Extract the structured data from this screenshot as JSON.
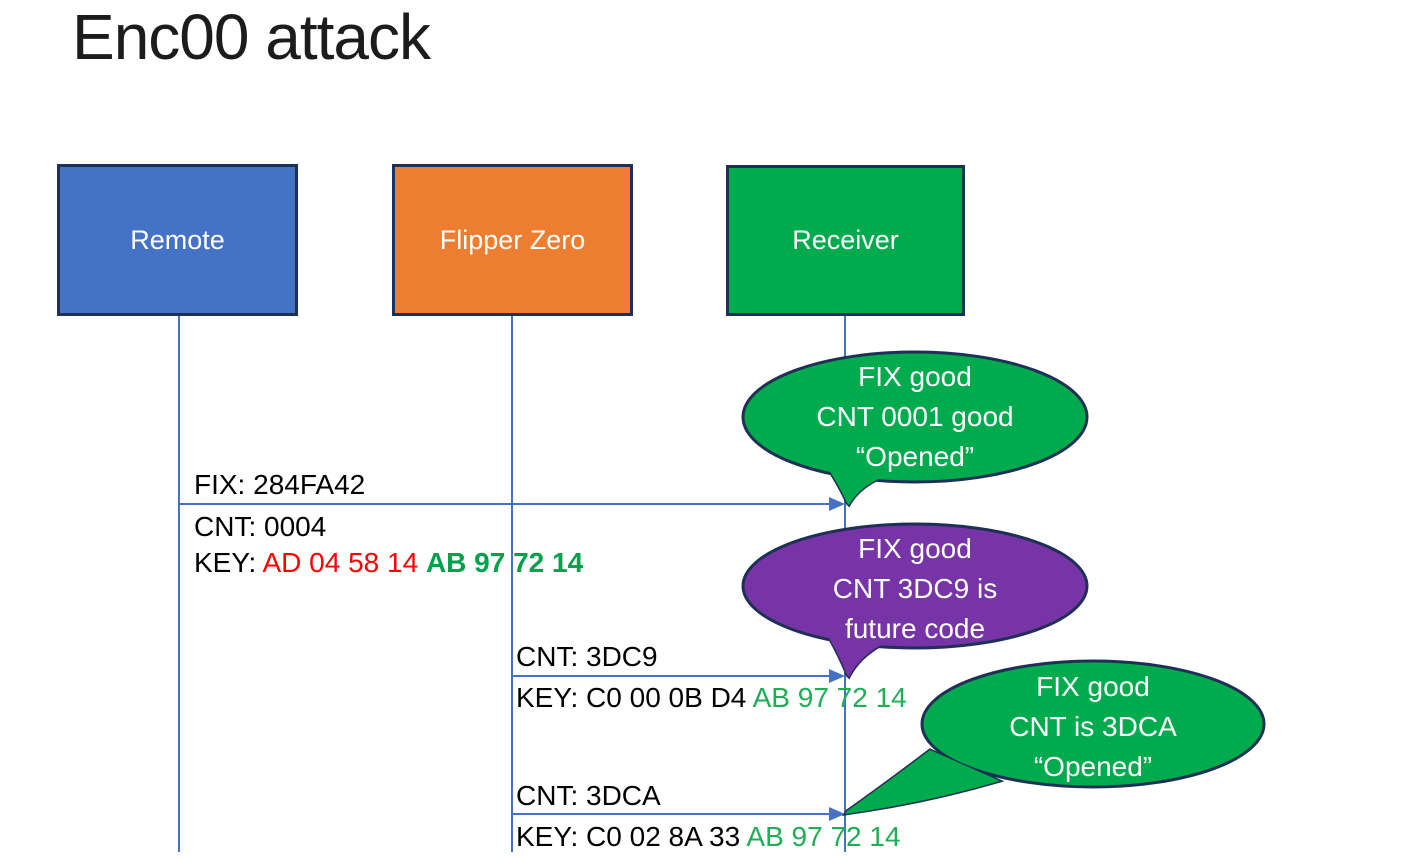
{
  "title": "Enc00 attack",
  "actors": [
    {
      "label": "Remote",
      "color": "#4472C4"
    },
    {
      "label": "Flipper Zero",
      "color": "#ED7D31"
    },
    {
      "label": "Receiver",
      "color": "#00AB4E"
    }
  ],
  "messages": [
    {
      "from": "Remote",
      "to": "Receiver",
      "above": "FIX: 284FA42",
      "below": "CNT: 0004",
      "key_label": "KEY: ",
      "key_seg1": "AD 04 58 14 ",
      "key_seg2": "AB 97 72 14",
      "key_seg1_color": "#FF0000",
      "key_seg2_color": "#00A14B"
    },
    {
      "from": "Flipper Zero",
      "to": "Receiver",
      "above": "CNT: 3DC9",
      "key_label": "KEY: ",
      "key_seg1": "C0 00 0B D4 ",
      "key_seg2": "AB 97 72 14",
      "key_seg1_color": "#000000",
      "key_seg2_color": "#1FAE56"
    },
    {
      "from": "Flipper Zero",
      "to": "Receiver",
      "above": "CNT: 3DCA",
      "key_label": "KEY: ",
      "key_seg1": "C0 02 8A 33 ",
      "key_seg2": "AB 97 72 14",
      "key_seg1_color": "#000000",
      "key_seg2_color": "#1FAE56"
    }
  ],
  "callouts": [
    {
      "fill": "#00AB4E",
      "lines": [
        "FIX good",
        "CNT 0001 good",
        "“Opened”"
      ]
    },
    {
      "fill": "#7634A6",
      "lines": [
        "FIX good",
        "CNT 3DC9 is",
        "future code"
      ]
    },
    {
      "fill": "#00AB4E",
      "lines": [
        "FIX good",
        "CNT is 3DCA",
        "“Opened”"
      ]
    }
  ],
  "colors": {
    "arrow_blue": "#4472C4",
    "outline_navy": "#1e3055",
    "key_red": "#FF0000",
    "key_green": "#00A14B",
    "title_text": "#1c1c1c"
  }
}
